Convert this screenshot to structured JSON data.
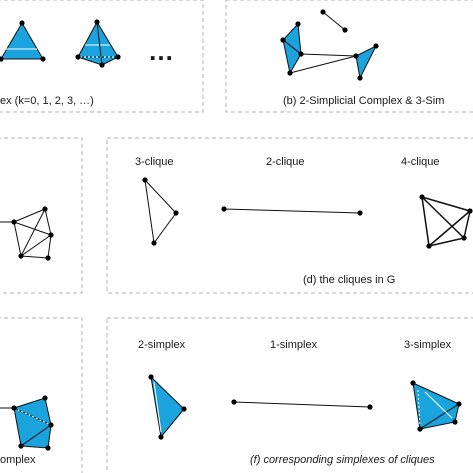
{
  "captions": {
    "a": "ex (k=0, 1, 2, 3, …)",
    "b": "(b) 2-Simplicial Complex & 3-Sim",
    "d": "(d) the cliques in G",
    "e": "omplex",
    "f": "(f) corresponding simplexes of cliques"
  },
  "ellipsis": "…",
  "clique_labels": [
    "3-clique",
    "2-clique",
    "4-clique"
  ],
  "simplex_labels": [
    "2-simplex",
    "1-simplex",
    "3-simplex"
  ],
  "colors": {
    "simplex_fill": "#1aa3dc",
    "edge": "#111111",
    "panel_border": "#b3b3b3"
  }
}
